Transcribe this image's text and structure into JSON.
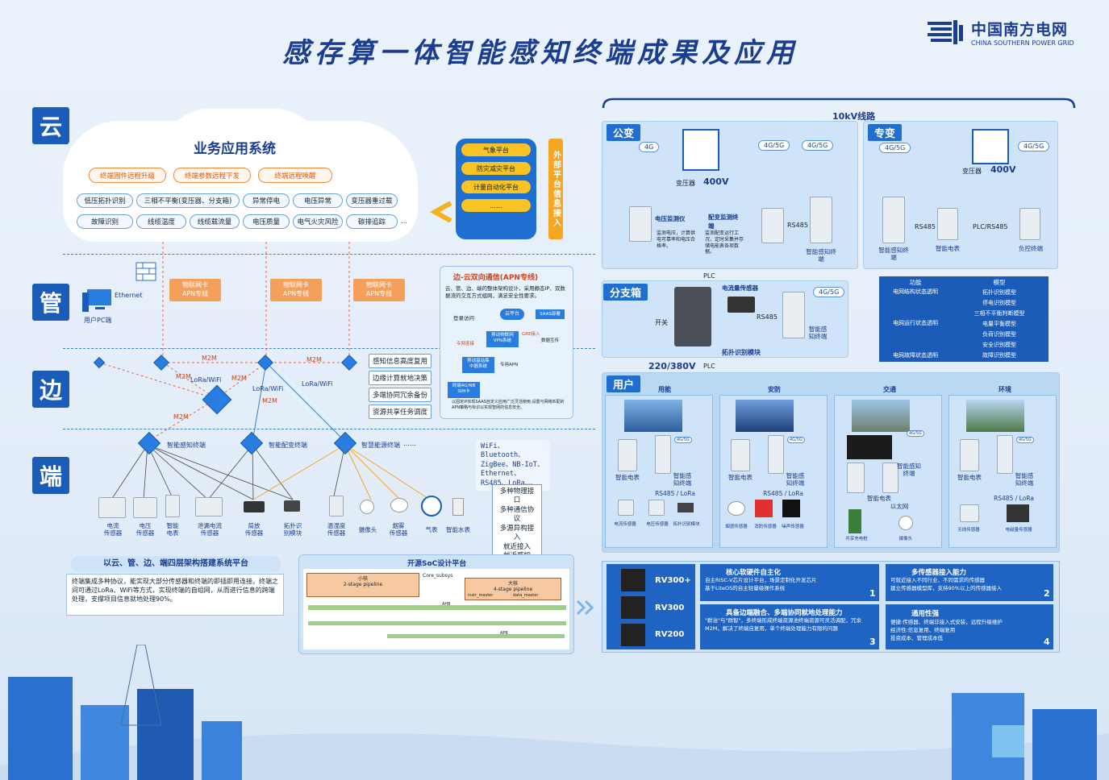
{
  "title": "感存算一体智能感知终端成果及应用",
  "logo": {
    "cn": "中国南方电网",
    "en": "CHINA SOUTHERN POWER GRID"
  },
  "layers": {
    "cloud": "云",
    "pipe": "管",
    "edge": "边",
    "end": "端"
  },
  "cloud": {
    "title": "业务应用系统",
    "orange": [
      "终端固件远程升级",
      "终端参数远程下发",
      "终端远程唤醒"
    ],
    "row1": [
      "低压拓扑识别",
      "三相不平衡(变压器、分支箱)",
      "异常停电",
      "电压异常",
      "变压器重过载"
    ],
    "row2": [
      "故障识别",
      "线缆温度",
      "线缆载流量",
      "电压质量",
      "电气火灾风险",
      "碳排追踪",
      "…"
    ]
  },
  "platforms": {
    "items": [
      "气象平台",
      "防灾减灾平台",
      "计量自动化平台",
      "……"
    ],
    "side": "外部平台信息接入"
  },
  "pipe": {
    "cards": [
      "物联网卡\nAPN专线",
      "物联网卡\nAPN专线",
      "物联网卡\nAPN专线"
    ],
    "ethernet": "Ethernet",
    "pc": "用户PC端",
    "apn": {
      "title": "边-云双向通信(APN专线)",
      "desc": "云、管、边、端的整体架构设计，采用静态IP、双数据流的交互方式组网，满足安全性要求。",
      "login": "登录访问",
      "cloudplat": "云平台",
      "saas": "SAAS部署",
      "vpn": "移动物联网\nVPN系统",
      "gre": "GRE接入",
      "data": "数据互传",
      "special": "专网连接",
      "base": "移动基站集\n中器系统",
      "apn": "专用APN",
      "sim": "终端4G/NB\nSIM卡",
      "note": "以固定IP实现SAAS自定义应用广泛灵活使用,设置与网络匹配的APN策略与标识以实现智网的信息安全。"
    }
  },
  "edge": {
    "labels": [
      "M2M",
      "M2M",
      "LoRa/WiFi",
      "M2M",
      "LoRa/WiFi",
      "M2M",
      "LoRa/WiFi",
      "M2M",
      "M2M"
    ],
    "features": [
      "感知信息高度复用",
      "边缘计算就地决策",
      "多端协同冗余备份",
      "资源共享任务调度"
    ]
  },
  "end": {
    "hubs": [
      "智能感知终端",
      "智能配变终端",
      "智慧能源终端",
      "……"
    ],
    "protocols": "WiFi、Bluetooth、ZigBee、NB-IoT、Ethernet、RS485、LoRa……",
    "benefits": [
      "多种物理接口",
      "多种通信协议",
      "多源异构接入",
      "就近接入",
      "就近感知"
    ],
    "sensors": [
      "电流\n传感器",
      "电压\n传感器",
      "智能\n电表",
      "泄漏电流\n传感器",
      "局放\n传感器",
      "拓扑识\n别模块",
      "温湿度\n传感器",
      "摄像头",
      "烟雾\n传感器",
      "气表",
      "智能水表"
    ]
  },
  "summary": {
    "title": "以云、管、边、端四层架构搭建系统平台",
    "text": "终端集成多种协议，能实现大部分传感器和终端的即插即用连接。终端之间可通过LoRa、WiFi等方式，实现终端的自组网，从而进行信息的跨端处理，支撑项目信息就地处理90%。"
  },
  "soc": {
    "title": "开源SoC设计平台",
    "small": "小核\n2-stage pipeline",
    "big": "大核\n4-stage pipeline",
    "core": "Core_subsys",
    "ahb": "AHB",
    "apb": "APB",
    "mstr": [
      "instr_master",
      "data_master"
    ]
  },
  "grid": {
    "line10kv": "10kV线路",
    "line220": "220/380V",
    "plc": "PLC",
    "gongbian": {
      "tag": "公变",
      "tr": "变压器",
      "v": "400V",
      "m1": "电压监测仪",
      "m1d": "监测电压，计算供电可靠率和电压合格率。",
      "m2": "配变监测终端",
      "m2d": "监测配变运行工况，定时采集并存储电能表各项数据。",
      "rs485": "RS485",
      "term": "智能感知终端",
      "g1": "4G",
      "g2": "4G/5G",
      "g3": "4G/5G"
    },
    "zhuanbian": {
      "tag": "专变",
      "tr": "变压器",
      "v": "400V",
      "g1": "4G/5G",
      "g2": "4G/5G",
      "rs485": "RS485",
      "plcrs": "PLC/RS485",
      "a": "智能感知终端",
      "b": "智能电表",
      "c": "负控终端"
    },
    "fenzhi": {
      "tag": "分支箱",
      "sw": "开关",
      "sensor": "电流量传感器",
      "rs485": "RS485",
      "g": "4G/5G",
      "term": "智能感知终端",
      "topo": "拓扑识别模块"
    },
    "model_table": {
      "h": [
        "功能",
        "模型"
      ],
      "rows": [
        [
          "电网结构状态透明",
          "拓扑识别模型"
        ],
        [
          "电网运行状态透明",
          "停电识别模型"
        ],
        [
          "",
          "三相不平衡判断模型"
        ],
        [
          "",
          "电量平衡模型"
        ],
        [
          "",
          "负荷识别模型"
        ],
        [
          "",
          "安全识别模型"
        ],
        [
          "电网故障状态透明",
          "故障识别模型"
        ]
      ]
    },
    "user": {
      "tag": "用户",
      "cols": [
        "用能",
        "安防",
        "交通",
        "环境"
      ],
      "meter": "智能电表",
      "term": "智能感知终端",
      "g": "4G/5G",
      "rs": "RS485 / LoRa",
      "wifi": "以太网",
      "c1": [
        "电流传感器",
        "电压传感器",
        "拓扑识别模块"
      ],
      "c2": [
        "烟感传感器",
        "消防传感器",
        "噪声传感器"
      ],
      "c3": [
        "共享充电桩",
        "摄像头"
      ],
      "c4": [
        "无线传感器",
        "电磁量传感器"
      ]
    }
  },
  "chips": [
    "RV300+",
    "RV300",
    "RV200"
  ],
  "features": [
    {
      "title": "核心软硬件自主化",
      "n": "1",
      "items": [
        "自主RISC-V芯片设计平台，场景定制化开发芯片",
        "基于LiteOS的自主轻量级操作系统"
      ]
    },
    {
      "title": "多传感器接入能力",
      "n": "2",
      "items": [
        "可就近接入不同行业、不同需求的传感器",
        "建立传感器模型库，支持90%以上的传感器接入"
      ]
    },
    {
      "title": "具备边端融合、多端协同就地处理能力",
      "n": "3",
      "items": [
        "\"群治\"与\"群智\"，多终端形成终端资源池终端资源可灵活调配，冗余",
        "M2M，解决了终端自复用，单个终端处理能力有限的问题"
      ]
    },
    {
      "title": "通用性强",
      "n": "4",
      "items": [
        "便捷:传感器、终端非接入式安装，远程升级维护",
        "经济性:信息复用、终端复用",
        "投资成本、管理成本低"
      ]
    }
  ]
}
